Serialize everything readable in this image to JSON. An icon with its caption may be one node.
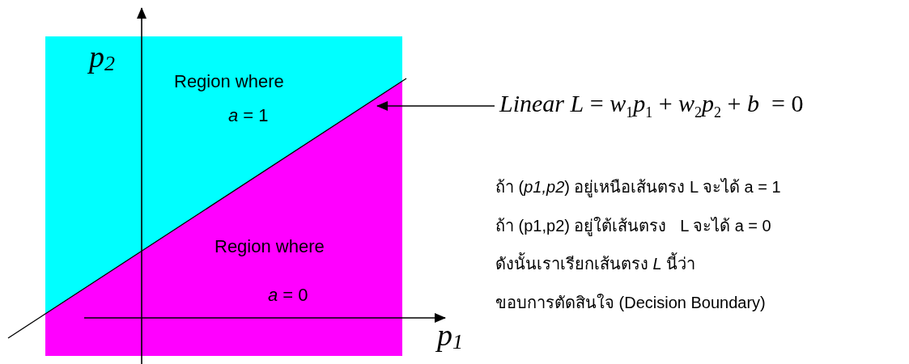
{
  "diagram": {
    "nodes": [
      {
        "text": [
          "*Linear L* = *w*$_{1}$*p*$_{1}$ + *w*$_{2}$*p*$_{2}$ + *b*  = 0"
        ]
      },
      {
        "text": [],
        "shape": "line"
      }
    ],
    "edges": [
      {
        "from": 0,
        "to": 1,
        "arrow": "to"
      }
    ],
    "labels": [
      "p$_{2}$",
      "Region where",
      "*a* = 1",
      "Region where",
      "*a* = 0",
      "p$_{1}$",
      "ถ้า (*p1,p2*) อยู่เหนือเส้นตรง L จะได้ a = 1",
      "ถ้า (p1,p2) อยู่ใต้เส้นตรง   L จะได้ a = 0",
      "ดังนั้นเราเรียกเส้นตรง *L* นี้ว่า",
      "ขอบการตัดสินใจ (Decision Boundary)"
    ]
  }
}
